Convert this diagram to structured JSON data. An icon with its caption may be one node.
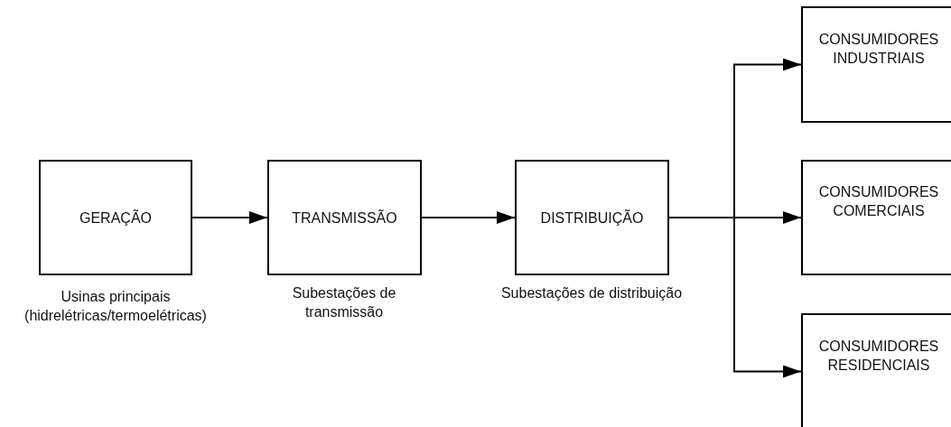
{
  "diagram": {
    "nodes": [
      {
        "text": [
          "GERAÇÃO"
        ],
        "beside": [
          "Usinas principais (hidrelétricas/termoelétricas)"
        ]
      },
      {
        "text": [
          "TRANSMISSÃO"
        ],
        "beside": [
          "Subestações de transmissão"
        ]
      },
      {
        "text": [
          "DISTRIBUIÇÃO"
        ],
        "beside": [
          "Subestações de distribuição"
        ]
      },
      {
        "text": [
          "CONSUMIDORES INDUSTRIAIS"
        ]
      },
      {
        "text": [
          "CONSUMIDORES COMERCIAIS"
        ]
      },
      {
        "text": [
          "CONSUMIDORES RESIDENCIAIS"
        ]
      }
    ],
    "edges": [
      {
        "from": 0,
        "to": 1,
        "arrow": "to"
      },
      {
        "from": 1,
        "to": 2,
        "arrow": "to"
      },
      {
        "from": 2,
        "to": 3,
        "arrow": "to"
      },
      {
        "from": 2,
        "to": 4,
        "arrow": "to"
      },
      {
        "from": 2,
        "to": 5,
        "arrow": "to"
      }
    ]
  }
}
